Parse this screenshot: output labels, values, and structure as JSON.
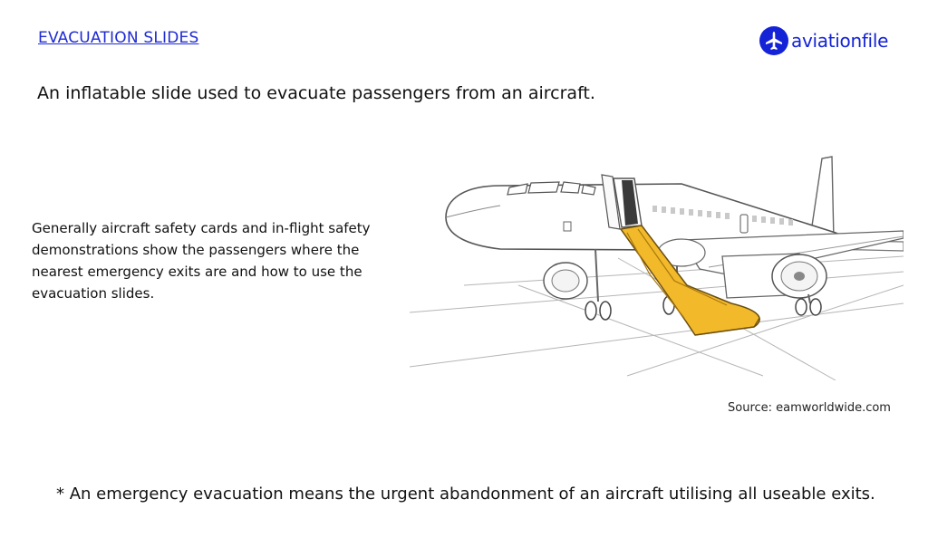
{
  "header": {
    "title_link": "EVACUATION SLIDES",
    "logo": {
      "text": "aviationfile",
      "icon": "airplane-icon",
      "color": "#1423d6"
    }
  },
  "subtitle": "An inflatable slide used to evacuate passengers from an aircraft.",
  "body_text": "Generally aircraft safety cards and in-flight safety demonstrations show the passengers where the nearest emergency exits are and how to use the evacuation slides.",
  "illustration": {
    "subject": "aircraft-with-evacuation-slide",
    "slide_color": "#f2b92a"
  },
  "source": "Source: eamworldwide.com",
  "footnote": "* An emergency evacuation means the urgent abandonment of an aircraft utilising all useable exits."
}
